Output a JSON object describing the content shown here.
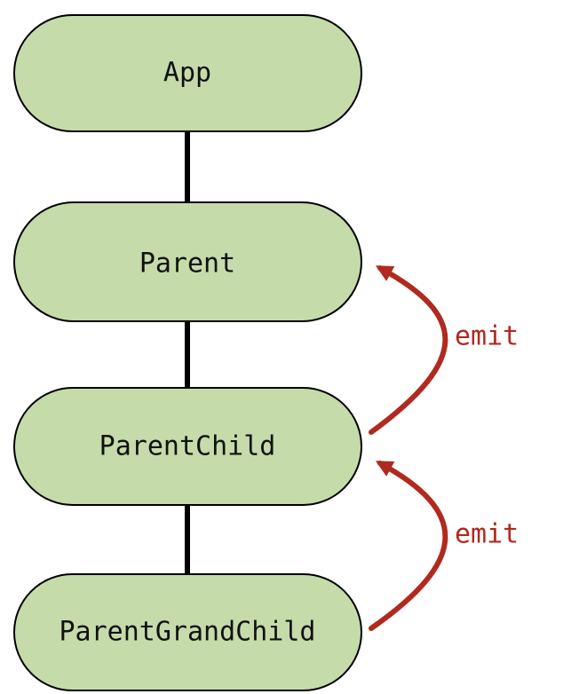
{
  "colors": {
    "node_fill": "#c5dcaa",
    "node_stroke": "#000000",
    "connector": "#000000",
    "emit": "#b02a1f"
  },
  "nodes": [
    {
      "id": "app",
      "label": "App"
    },
    {
      "id": "parent",
      "label": "Parent"
    },
    {
      "id": "parent-child",
      "label": "ParentChild"
    },
    {
      "id": "parent-grand-child",
      "label": "ParentGrandChild"
    }
  ],
  "emits": [
    {
      "from": "parent-child",
      "to": "parent",
      "label": "emit"
    },
    {
      "from": "parent-grand-child",
      "to": "parent-child",
      "label": "emit"
    }
  ]
}
